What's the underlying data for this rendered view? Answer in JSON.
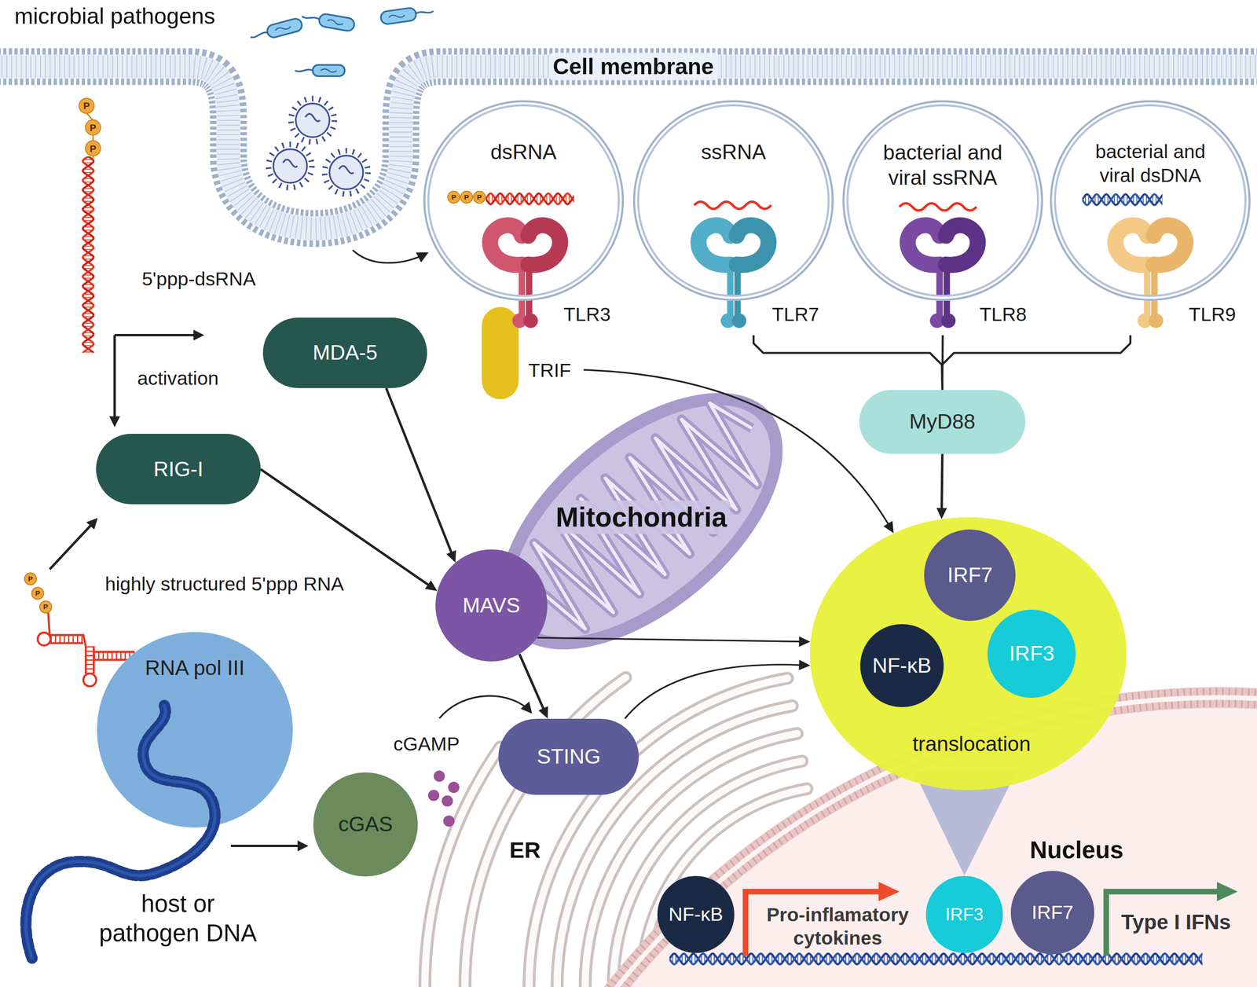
{
  "diagram": {
    "nodes": [
      {
        "text": [
          "Cell membrane"
        ]
      },
      {
        "text": [
          "dsRNA"
        ]
      },
      {
        "text": [
          "TLR3"
        ]
      },
      {
        "text": [
          "ssRNA"
        ]
      },
      {
        "text": [
          "TLR7"
        ]
      },
      {
        "text": [
          "bacterial and viral ssRNA"
        ]
      },
      {
        "text": [
          "TLR8"
        ]
      },
      {
        "text": [
          "bacterial and viral dsDNA"
        ]
      },
      {
        "text": [
          "TLR9"
        ]
      },
      {
        "text": [
          "MDA-5"
        ]
      },
      {
        "text": [
          "TRIF"
        ]
      },
      {
        "text": [
          "RIG-I"
        ]
      },
      {
        "text": [
          "MyD88"
        ]
      },
      {
        "text": [
          "Mitochondria"
        ]
      },
      {
        "text": [
          "MAVS"
        ]
      },
      {
        "text": [
          "translocation"
        ]
      },
      {
        "text": [
          "IRF7"
        ],
        "in": 15
      },
      {
        "text": [
          "NF-κB"
        ],
        "in": 15
      },
      {
        "text": [
          "IRF3"
        ],
        "in": 15
      },
      {
        "text": [
          "RNA pol III"
        ]
      },
      {
        "text": [
          "ER"
        ]
      },
      {
        "text": [
          "STING"
        ]
      },
      {
        "text": [
          "cGAS"
        ]
      },
      {
        "text": [
          "Nucleus"
        ]
      },
      {
        "text": [
          "NF-κB"
        ],
        "in": 23
      },
      {
        "text": [
          "IRF3"
        ],
        "in": 23
      },
      {
        "text": [
          "IRF7"
        ],
        "in": 23
      }
    ],
    "edges": [
      {
        "from": 9,
        "to": 14,
        "arrow": "to"
      },
      {
        "from": 11,
        "to": 14,
        "arrow": "to"
      },
      {
        "from": 10,
        "to": 15,
        "arrow": "to"
      },
      {
        "from": 12,
        "to": 15,
        "arrow": "to"
      },
      {
        "from": 14,
        "to": 15,
        "arrow": "to"
      },
      {
        "from": 14,
        "to": 21,
        "arrow": "to"
      },
      {
        "from": 21,
        "to": 15,
        "arrow": "to"
      },
      {
        "from": 4,
        "to": 12,
        "arrow": "none"
      },
      {
        "from": 6,
        "to": 12,
        "arrow": "none"
      },
      {
        "from": 8,
        "to": 12,
        "arrow": "none"
      }
    ],
    "labels": [
      "microbial pathogens",
      "P",
      "P",
      "P",
      "5'ppp-dsRNA",
      "P",
      "P",
      "P",
      "activation",
      "highly structured 5'ppp RNA",
      "P",
      "P",
      "P",
      "cGAMP",
      "host or pathogen DNA",
      "Pro-inflamatory cytokines",
      "Type I IFNs"
    ]
  }
}
